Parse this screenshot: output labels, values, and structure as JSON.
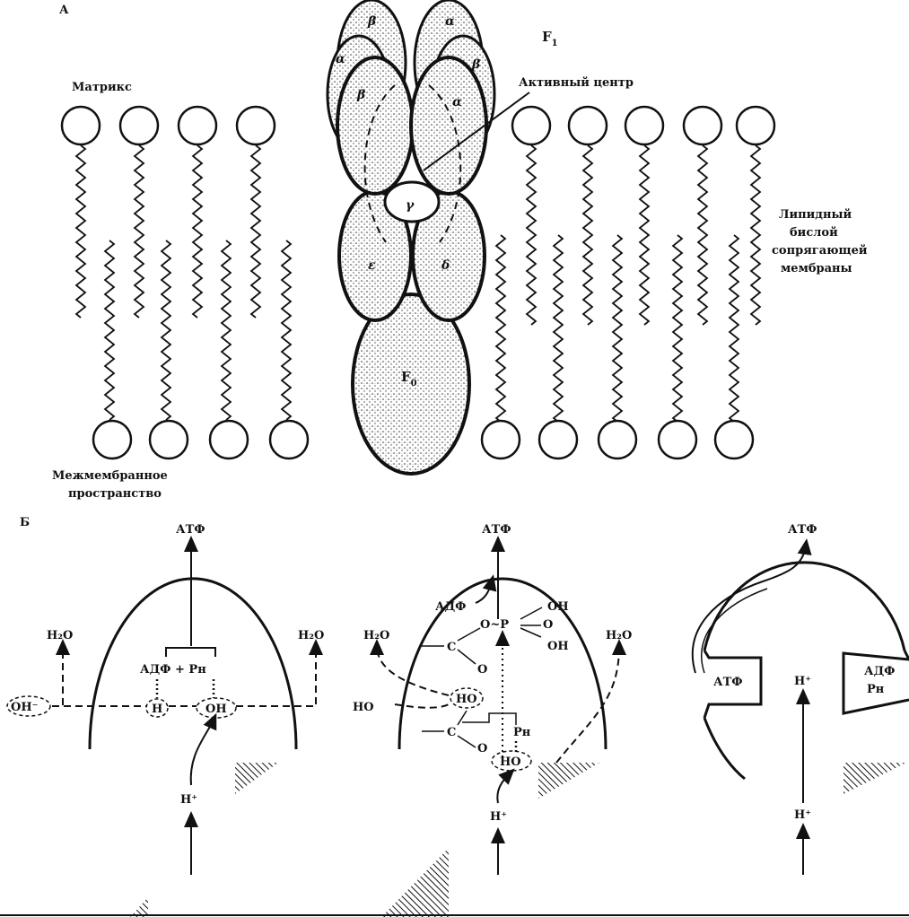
{
  "panel_a": {
    "letter": "А",
    "f1": "F",
    "f1_sub": "1",
    "f0": "F",
    "f0_sub": "0",
    "matrix": "Матрикс",
    "active_site": "Активный центр",
    "lipid_line1": "Липидный",
    "lipid_line2": "бислой",
    "lipid_line3": "сопрягающей",
    "lipid_line4": "мембраны",
    "ims_line1": "Межмембранное",
    "ims_line2": "пространство",
    "subunits": {
      "alpha": "α",
      "beta": "β",
      "gamma": "γ",
      "delta": "δ",
      "epsilon": "ε"
    }
  },
  "panel_b": {
    "letter": "Б",
    "step1": {
      "atp": "АТФ",
      "h2o_left": "H₂O",
      "h2o_right": "H₂O",
      "adp_pi": "АДФ + Рн",
      "oh_minus": "OH⁻",
      "h": "H",
      "oh": "OH",
      "proton": "H⁺"
    },
    "step2": {
      "atp": "АТФ",
      "adp": "АДФ",
      "h2o_left": "H₂O",
      "h2o_right": "H₂O",
      "oh_top": "OH",
      "oh_bottom": "OH",
      "o_double": "O",
      "o_tilde": "O~P",
      "c_upper": "C",
      "o_upper": "O",
      "ho": "HO",
      "h_o": "HO",
      "c_lower": "C",
      "o_lower": "O",
      "pn": "Рн",
      "ho_box": "HO",
      "proton": "H⁺"
    },
    "step3": {
      "atp_top": "АТФ",
      "atp_site": "АТФ",
      "adp_site": "АДФ",
      "pn_site": "Рн",
      "proton_upper": "H⁺",
      "proton_lower": "H⁺"
    }
  }
}
